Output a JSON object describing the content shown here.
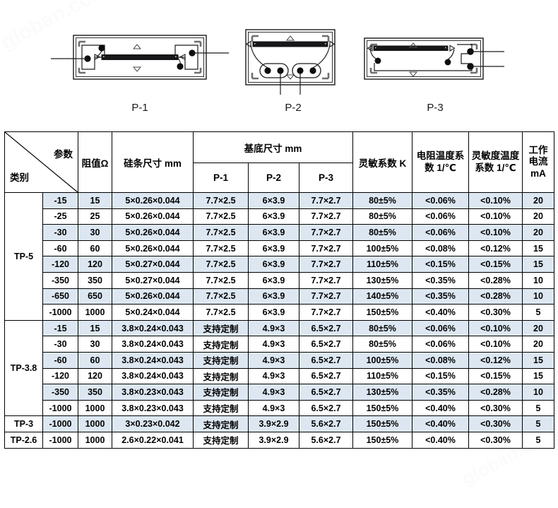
{
  "watermark": {
    "top_left": "globan.com",
    "bottom_right": "globan.com"
  },
  "figures": [
    {
      "id": "P-1",
      "caption": "P-1"
    },
    {
      "id": "P-2",
      "caption": "P-2"
    },
    {
      "id": "P-3",
      "caption": "P-3"
    }
  ],
  "table": {
    "corner": {
      "param_label": "参数",
      "category_label": "类别"
    },
    "headers": {
      "resistance": "阻值Ω",
      "silicon_bar": "硅条尺寸 mm",
      "substrate_group": "基底尺寸 mm",
      "substrate_p1": "P-1",
      "substrate_p2": "P-2",
      "substrate_p3": "P-3",
      "sensitivity_k": "灵敏系数 K",
      "resistance_temp_coef_l1": "电阻温度系",
      "resistance_temp_coef_l2": "数 1/℃",
      "sensitivity_temp_coef_l1": "灵敏度温度",
      "sensitivity_temp_coef_l2": "系数 1/℃",
      "working_current_l1": "工作电流",
      "working_current_l2": "mA"
    },
    "sections": [
      {
        "category": "TP-5",
        "rows": [
          {
            "model": "-15",
            "resistance": "15",
            "silicon": "5×0.26×0.044",
            "p1": "7.7×2.5",
            "p2": "6×3.9",
            "p3": "7.7×2.7",
            "k": "80±5%",
            "rtc": "<0.06%",
            "stc": "<0.10%",
            "current": "20"
          },
          {
            "model": "-25",
            "resistance": "25",
            "silicon": "5×0.26×0.044",
            "p1": "7.7×2.5",
            "p2": "6×3.9",
            "p3": "7.7×2.7",
            "k": "80±5%",
            "rtc": "<0.06%",
            "stc": "<0.10%",
            "current": "20"
          },
          {
            "model": "-30",
            "resistance": "30",
            "silicon": "5×0.26×0.044",
            "p1": "7.7×2.5",
            "p2": "6×3.9",
            "p3": "7.7×2.7",
            "k": "80±5%",
            "rtc": "<0.06%",
            "stc": "<0.10%",
            "current": "20"
          },
          {
            "model": "-60",
            "resistance": "60",
            "silicon": "5×0.26×0.044",
            "p1": "7.7×2.5",
            "p2": "6×3.9",
            "p3": "7.7×2.7",
            "k": "100±5%",
            "rtc": "<0.08%",
            "stc": "<0.12%",
            "current": "15"
          },
          {
            "model": "-120",
            "resistance": "120",
            "silicon": "5×0.27×0.044",
            "p1": "7.7×2.5",
            "p2": "6×3.9",
            "p3": "7.7×2.7",
            "k": "110±5%",
            "rtc": "<0.15%",
            "stc": "<0.15%",
            "current": "15"
          },
          {
            "model": "-350",
            "resistance": "350",
            "silicon": "5×0.27×0.044",
            "p1": "7.7×2.5",
            "p2": "6×3.9",
            "p3": "7.7×2.7",
            "k": "130±5%",
            "rtc": "<0.35%",
            "stc": "<0.28%",
            "current": "10"
          },
          {
            "model": "-650",
            "resistance": "650",
            "silicon": "5×0.26×0.044",
            "p1": "7.7×2.5",
            "p2": "6×3.9",
            "p3": "7.7×2.7",
            "k": "140±5%",
            "rtc": "<0.35%",
            "stc": "<0.28%",
            "current": "10"
          },
          {
            "model": "-1000",
            "resistance": "1000",
            "silicon": "5×0.24×0.044",
            "p1": "7.7×2.5",
            "p2": "6×3.9",
            "p3": "7.7×2.7",
            "k": "150±5%",
            "rtc": "<0.40%",
            "stc": "<0.30%",
            "current": "5"
          }
        ]
      },
      {
        "category": "TP-3.8",
        "rows": [
          {
            "model": "-15",
            "resistance": "15",
            "silicon": "3.8×0.24×0.043",
            "p1": "支持定制",
            "p2": "4.9×3",
            "p3": "6.5×2.7",
            "k": "80±5%",
            "rtc": "<0.06%",
            "stc": "<0.10%",
            "current": "20"
          },
          {
            "model": "-30",
            "resistance": "30",
            "silicon": "3.8×0.24×0.043",
            "p1": "支持定制",
            "p2": "4.9×3",
            "p3": "6.5×2.7",
            "k": "80±5%",
            "rtc": "<0.06%",
            "stc": "<0.10%",
            "current": "20"
          },
          {
            "model": "-60",
            "resistance": "60",
            "silicon": "3.8×0.24×0.043",
            "p1": "支持定制",
            "p2": "4.9×3",
            "p3": "6.5×2.7",
            "k": "100±5%",
            "rtc": "<0.08%",
            "stc": "<0.12%",
            "current": "15"
          },
          {
            "model": "-120",
            "resistance": "120",
            "silicon": "3.8×0.24×0.043",
            "p1": "支持定制",
            "p2": "4.9×3",
            "p3": "6.5×2.7",
            "k": "110±5%",
            "rtc": "<0.15%",
            "stc": "<0.15%",
            "current": "15"
          },
          {
            "model": "-350",
            "resistance": "350",
            "silicon": "3.8×0.23×0.043",
            "p1": "支持定制",
            "p2": "4.9×3",
            "p3": "6.5×2.7",
            "k": "130±5%",
            "rtc": "<0.35%",
            "stc": "<0.28%",
            "current": "10"
          },
          {
            "model": "-1000",
            "resistance": "1000",
            "silicon": "3.8×0.23×0.043",
            "p1": "支持定制",
            "p2": "4.9×3",
            "p3": "6.5×2.7",
            "k": "150±5%",
            "rtc": "<0.40%",
            "stc": "<0.30%",
            "current": "5"
          }
        ]
      },
      {
        "category": "TP-3",
        "rows": [
          {
            "model": "-1000",
            "resistance": "1000",
            "silicon": "3×0.23×0.042",
            "p1": "支持定制",
            "p2": "3.9×2.9",
            "p3": "5.6×2.7",
            "k": "150±5%",
            "rtc": "<0.40%",
            "stc": "<0.30%",
            "current": "5"
          }
        ]
      },
      {
        "category": "TP-2.6",
        "rows": [
          {
            "model": "-1000",
            "resistance": "1000",
            "silicon": "2.6×0.22×0.041",
            "p1": "支持定制",
            "p2": "3.9×2.9",
            "p3": "5.6×2.7",
            "k": "150±5%",
            "rtc": "<0.40%",
            "stc": "<0.30%",
            "current": "5"
          }
        ]
      }
    ]
  },
  "colors": {
    "stripe": "#dde7f2",
    "border": "#000000",
    "text": "#000000"
  }
}
